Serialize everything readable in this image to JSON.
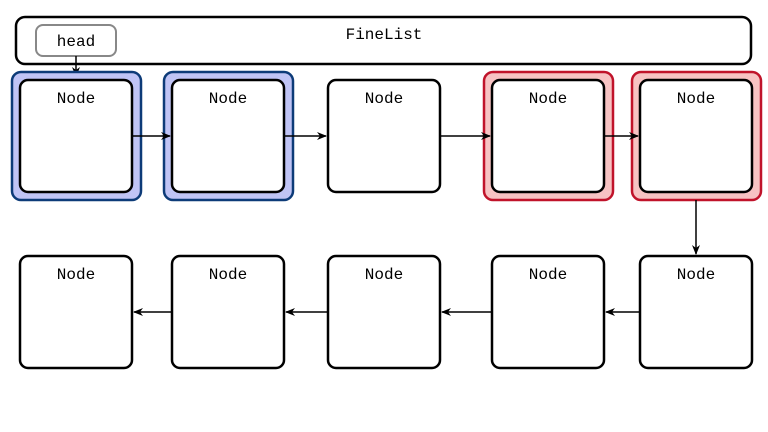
{
  "finelist": {
    "title": "FineList",
    "head_label": "head"
  },
  "colors": {
    "stroke": "#000000",
    "locked_blue_fill": "#c0c4f5",
    "locked_blue_border": "#0d3b78",
    "locked_red_fill": "#f7c3c3",
    "locked_red_border": "#c0132a",
    "head_border": "#888888",
    "node_fill": "#ffffff"
  },
  "nodes_top": [
    {
      "label": "Node",
      "lock": "blue"
    },
    {
      "label": "Node",
      "lock": "blue"
    },
    {
      "label": "Node",
      "lock": "none"
    },
    {
      "label": "Node",
      "lock": "red"
    },
    {
      "label": "Node",
      "lock": "red"
    }
  ],
  "nodes_bottom": [
    {
      "label": "Node"
    },
    {
      "label": "Node"
    },
    {
      "label": "Node"
    },
    {
      "label": "Node"
    },
    {
      "label": "Node"
    }
  ]
}
